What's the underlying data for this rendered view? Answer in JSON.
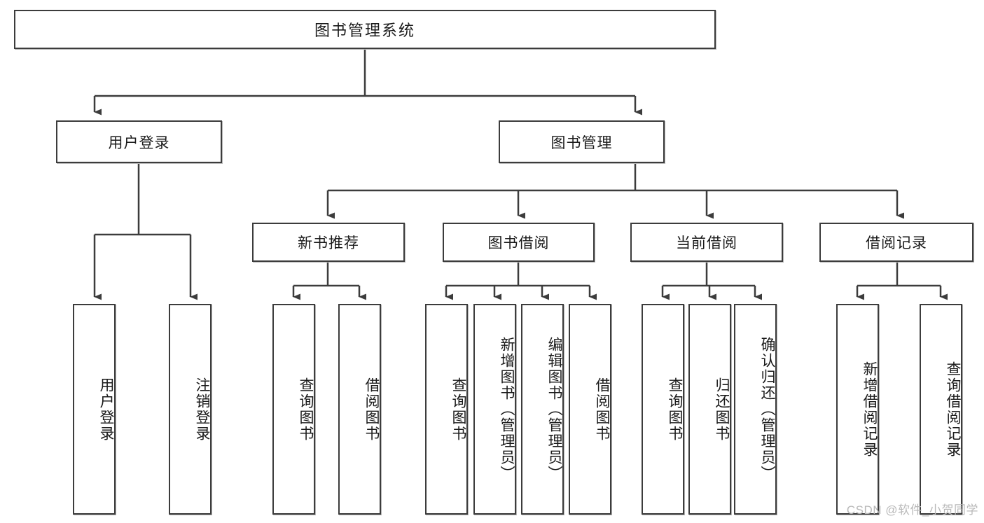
{
  "diagram": {
    "type": "tree",
    "title": "图书管理系统",
    "watermark": "CSDN @软件_小贺同学",
    "colors": {
      "stroke": "#3c3c3c",
      "fill": "#ffffff",
      "text": "#1a1a1a",
      "watermark": "#b9b9b9"
    },
    "levels": {
      "root": {
        "label": "图书管理系统"
      },
      "level2": [
        {
          "id": "user-login",
          "label": "用户登录"
        },
        {
          "id": "book-manage",
          "label": "图书管理"
        }
      ],
      "level3": [
        {
          "id": "new-book-recommend",
          "label": "新书推荐",
          "parent": "book-manage"
        },
        {
          "id": "book-borrow",
          "label": "图书借阅",
          "parent": "book-manage"
        },
        {
          "id": "current-borrow",
          "label": "当前借阅",
          "parent": "book-manage"
        },
        {
          "id": "borrow-record",
          "label": "借阅记录",
          "parent": "book-manage"
        }
      ],
      "leaves": [
        {
          "id": "leaf-user-login",
          "label": "用户登录",
          "parent": "user-login"
        },
        {
          "id": "leaf-logout",
          "label": "注销登录",
          "parent": "user-login"
        },
        {
          "id": "leaf-query-book-1",
          "label": "查询图书",
          "parent": "new-book-recommend"
        },
        {
          "id": "leaf-borrow-book-1",
          "label": "借阅图书",
          "parent": "new-book-recommend"
        },
        {
          "id": "leaf-query-book-2",
          "label": "查询图书",
          "parent": "book-borrow"
        },
        {
          "id": "leaf-add-book",
          "label": "新增图书（管理员）",
          "parent": "book-borrow"
        },
        {
          "id": "leaf-edit-book",
          "label": "编辑图书（管理员）",
          "parent": "book-borrow"
        },
        {
          "id": "leaf-borrow-book-2",
          "label": "借阅图书",
          "parent": "book-borrow"
        },
        {
          "id": "leaf-query-book-3",
          "label": "查询图书",
          "parent": "current-borrow"
        },
        {
          "id": "leaf-return-book",
          "label": "归还图书",
          "parent": "current-borrow"
        },
        {
          "id": "leaf-confirm-return",
          "label": "确认归还（管理员）",
          "parent": "current-borrow"
        },
        {
          "id": "leaf-add-record",
          "label": "新增借阅记录",
          "parent": "borrow-record"
        },
        {
          "id": "leaf-query-record",
          "label": "查询借阅记录",
          "parent": "borrow-record"
        }
      ]
    }
  }
}
